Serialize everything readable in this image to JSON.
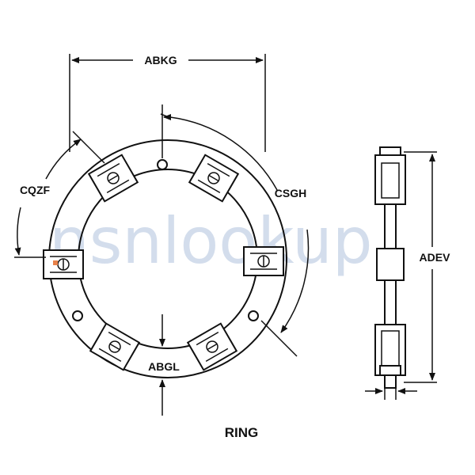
{
  "watermark": {
    "text": "nsnlookup"
  },
  "colors": {
    "line": "#111111",
    "watermark": "#9fb6d6",
    "marker": "#e8824a"
  },
  "labels": {
    "abkg": "ABKG",
    "csgh": "CSGH",
    "cqzf": "CQZF",
    "abgl": "ABGL",
    "adev": "ADEV",
    "title": "RING"
  }
}
